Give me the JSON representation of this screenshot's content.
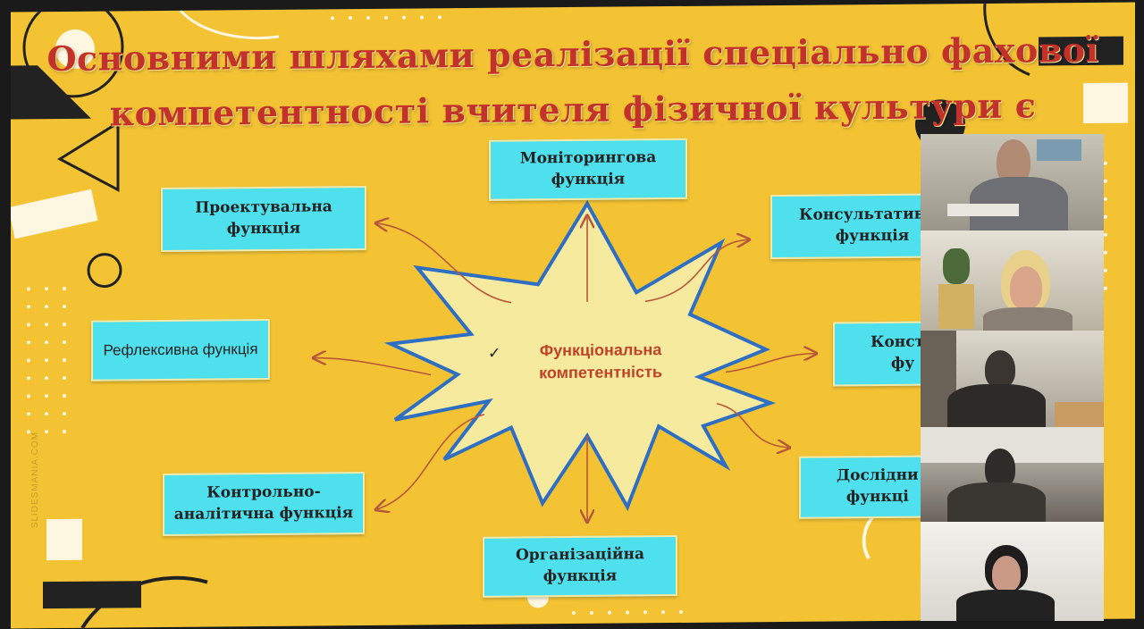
{
  "slide": {
    "title_line1": "Основними шляхами реалізації спеціально фахової",
    "title_line2": "компетентності вчителя фізичної культури є",
    "center": {
      "check": "✓",
      "label_line1": "Функціональна",
      "label_line2": "компетентність"
    },
    "functions": {
      "monitoring": "Моніторингова\nфункція",
      "projective": "Проектувальна\nфункція",
      "consultative": "Консультативна\nфункція",
      "reflexive": "Рефлексивна функція",
      "constructive": "Констр\nфу",
      "control": "Контрольно-\nаналітична функція",
      "research": "Дослідни\nфункці",
      "organizational": "Організаційна\nфункція"
    },
    "watermark": "SLIDESMANIA.COM"
  },
  "colors": {
    "background": "#f3c334",
    "title": "#c2312a",
    "box": "#4fe0ee",
    "burst_fill": "#f6ea9e",
    "burst_stroke": "#2e6fc4",
    "arrow": "#b8563a"
  },
  "video_participants": [
    {
      "id": "participant-1"
    },
    {
      "id": "participant-2"
    },
    {
      "id": "participant-3"
    },
    {
      "id": "participant-4"
    },
    {
      "id": "participant-5"
    }
  ]
}
